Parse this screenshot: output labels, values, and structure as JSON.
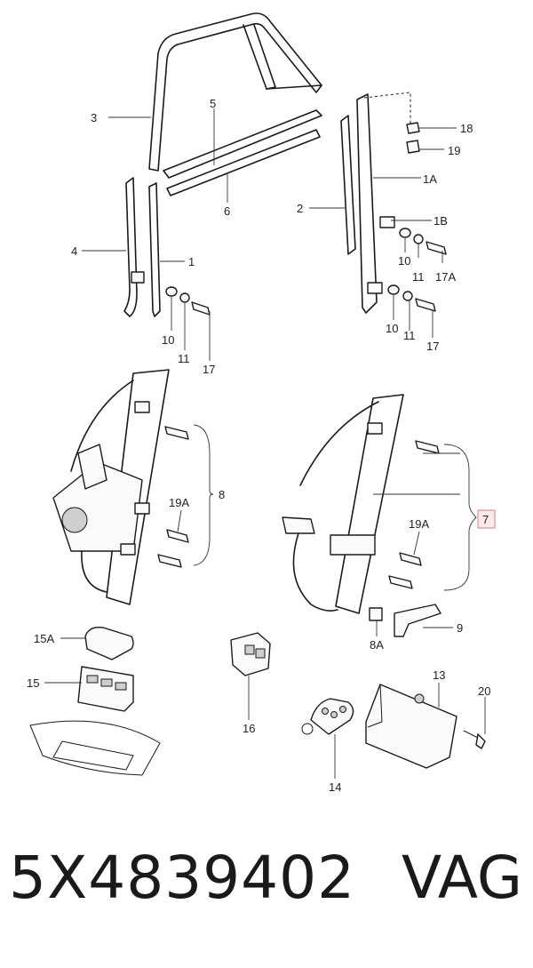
{
  "diagram": {
    "callouts": {
      "c1": "1",
      "c1A": "1A",
      "c1B": "1B",
      "c2": "2",
      "c3": "3",
      "c4": "4",
      "c5": "5",
      "c6": "6",
      "c7": "7",
      "c8": "8",
      "c8A": "8A",
      "c9": "9",
      "c10a": "10",
      "c10b": "10",
      "c10c": "10",
      "c11a": "11",
      "c11b": "11",
      "c11c": "11",
      "c13": "13",
      "c14": "14",
      "c15": "15",
      "c15A": "15A",
      "c16": "16",
      "c17a": "17",
      "c17b": "17",
      "c17A": "17A",
      "c18": "18",
      "c19": "19",
      "c19Aa": "19A",
      "c19Ab": "19A",
      "c20": "20"
    },
    "highlight_color": "#e07a80"
  },
  "footer": {
    "part_number": "5X4839402",
    "brand": "VAG"
  }
}
